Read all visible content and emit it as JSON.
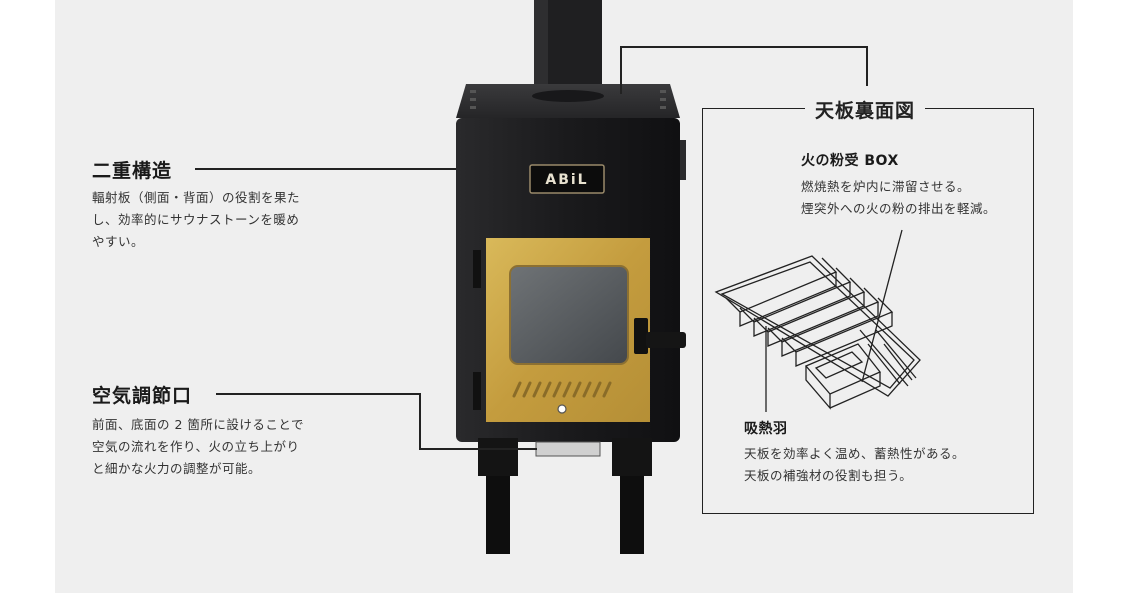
{
  "callouts": {
    "double_structure": {
      "title": "二重構造",
      "lines": [
        "輻射板（側面・背面）の役割を果た",
        "し、効率的にサウナストーンを暖め",
        "やすい。"
      ]
    },
    "air_control": {
      "title": "空気調節口",
      "lines": [
        "前面、底面の 2 箇所に設けることで",
        "空気の流れを作り、火の立ち上がり",
        "と細かな火力の調整が可能。"
      ]
    },
    "top_view": {
      "title": "天板裏面図",
      "fire_box": {
        "title": "火の粉受 BOX",
        "lines": [
          "燃焼熱を炉内に滞留させる。",
          "煙突外への火の粉の排出を軽減。"
        ]
      },
      "fins": {
        "title": "吸熱羽",
        "lines": [
          "天板を効率よく温め、蓄熱性がある。",
          "天板の補強材の役割も担う。"
        ]
      }
    }
  },
  "stove": {
    "brand_plate": "ABiL",
    "colors": {
      "body": "#1c1c1e",
      "door": "#c9a64a",
      "window": "#5a5e62"
    }
  }
}
